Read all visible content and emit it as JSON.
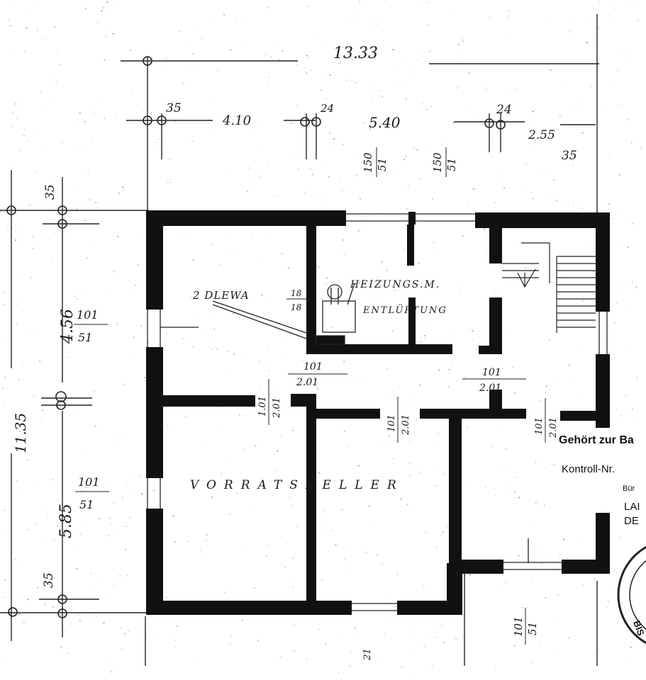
{
  "plan": {
    "overall_width_dim": "13.33",
    "top_dims": [
      "35",
      "4.10",
      "24",
      "5.40",
      "24",
      "2.55",
      "35"
    ],
    "top_window_dims": [
      {
        "num": "150",
        "den": "51"
      },
      {
        "num": "150",
        "den": "51"
      }
    ],
    "left_total_dim": "11.35",
    "left_dims": [
      "35",
      "4.56",
      "5.85",
      "35"
    ],
    "left_window_dims": [
      {
        "num": "101",
        "den": "51"
      },
      {
        "num": "101",
        "den": "51"
      }
    ],
    "room_labels": {
      "heating_line1": "HEIZUNGS.M.",
      "heating_line2": "ENTLÜFTUNG",
      "boiler": "2 DLEWA",
      "boiler_dim": {
        "num": "18",
        "den": "18"
      },
      "vorratskeller": "VORRATSKELLER"
    },
    "door_dims": [
      {
        "num": "101",
        "den": "2.01"
      },
      {
        "num": "101",
        "den": "2.01"
      },
      {
        "num": "1.01",
        "den": "2.01"
      },
      {
        "num": "101",
        "den": "2.01"
      },
      {
        "num": "101",
        "den": "2.01"
      }
    ],
    "bottom_window_dim": {
      "num": "101",
      "den": "51"
    },
    "bottom_partial": "21"
  },
  "stamp": {
    "line1": "Gehört zur Ba",
    "line2": "Kontroll-Nr.",
    "line3": "Bür",
    "line4": "LAI",
    "line5": "DE"
  },
  "seal": {
    "text": "BIS"
  },
  "colors": {
    "ink": "#111111",
    "paper": "#ffffff"
  }
}
